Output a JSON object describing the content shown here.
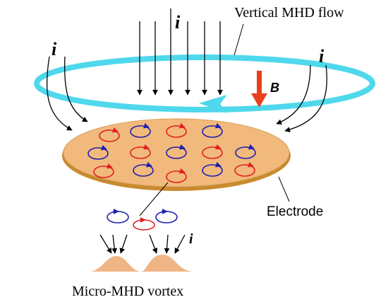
{
  "labels": {
    "vertical_flow": "Vertical MHD flow",
    "current_top": "i",
    "current_left": "i",
    "current_right": "i",
    "current_small": "i",
    "magnetic_field": "B",
    "electrode": "Electrode",
    "micro_vortex": "Micro-MHD vortex"
  },
  "colors": {
    "flow_ring": "#4fd8ec",
    "electrode_fill": "#f2b97c",
    "electrode_stroke": "#c98a2e",
    "vortex_red": "#e11f1f",
    "vortex_blue": "#1c1fb0",
    "b_arrow": "#e8401c",
    "deposit": "#f0b585"
  },
  "icons": [
    "current-arrow-icon",
    "magnetic-field-arrow-icon",
    "vortex-icon",
    "deposit-bump-icon"
  ]
}
